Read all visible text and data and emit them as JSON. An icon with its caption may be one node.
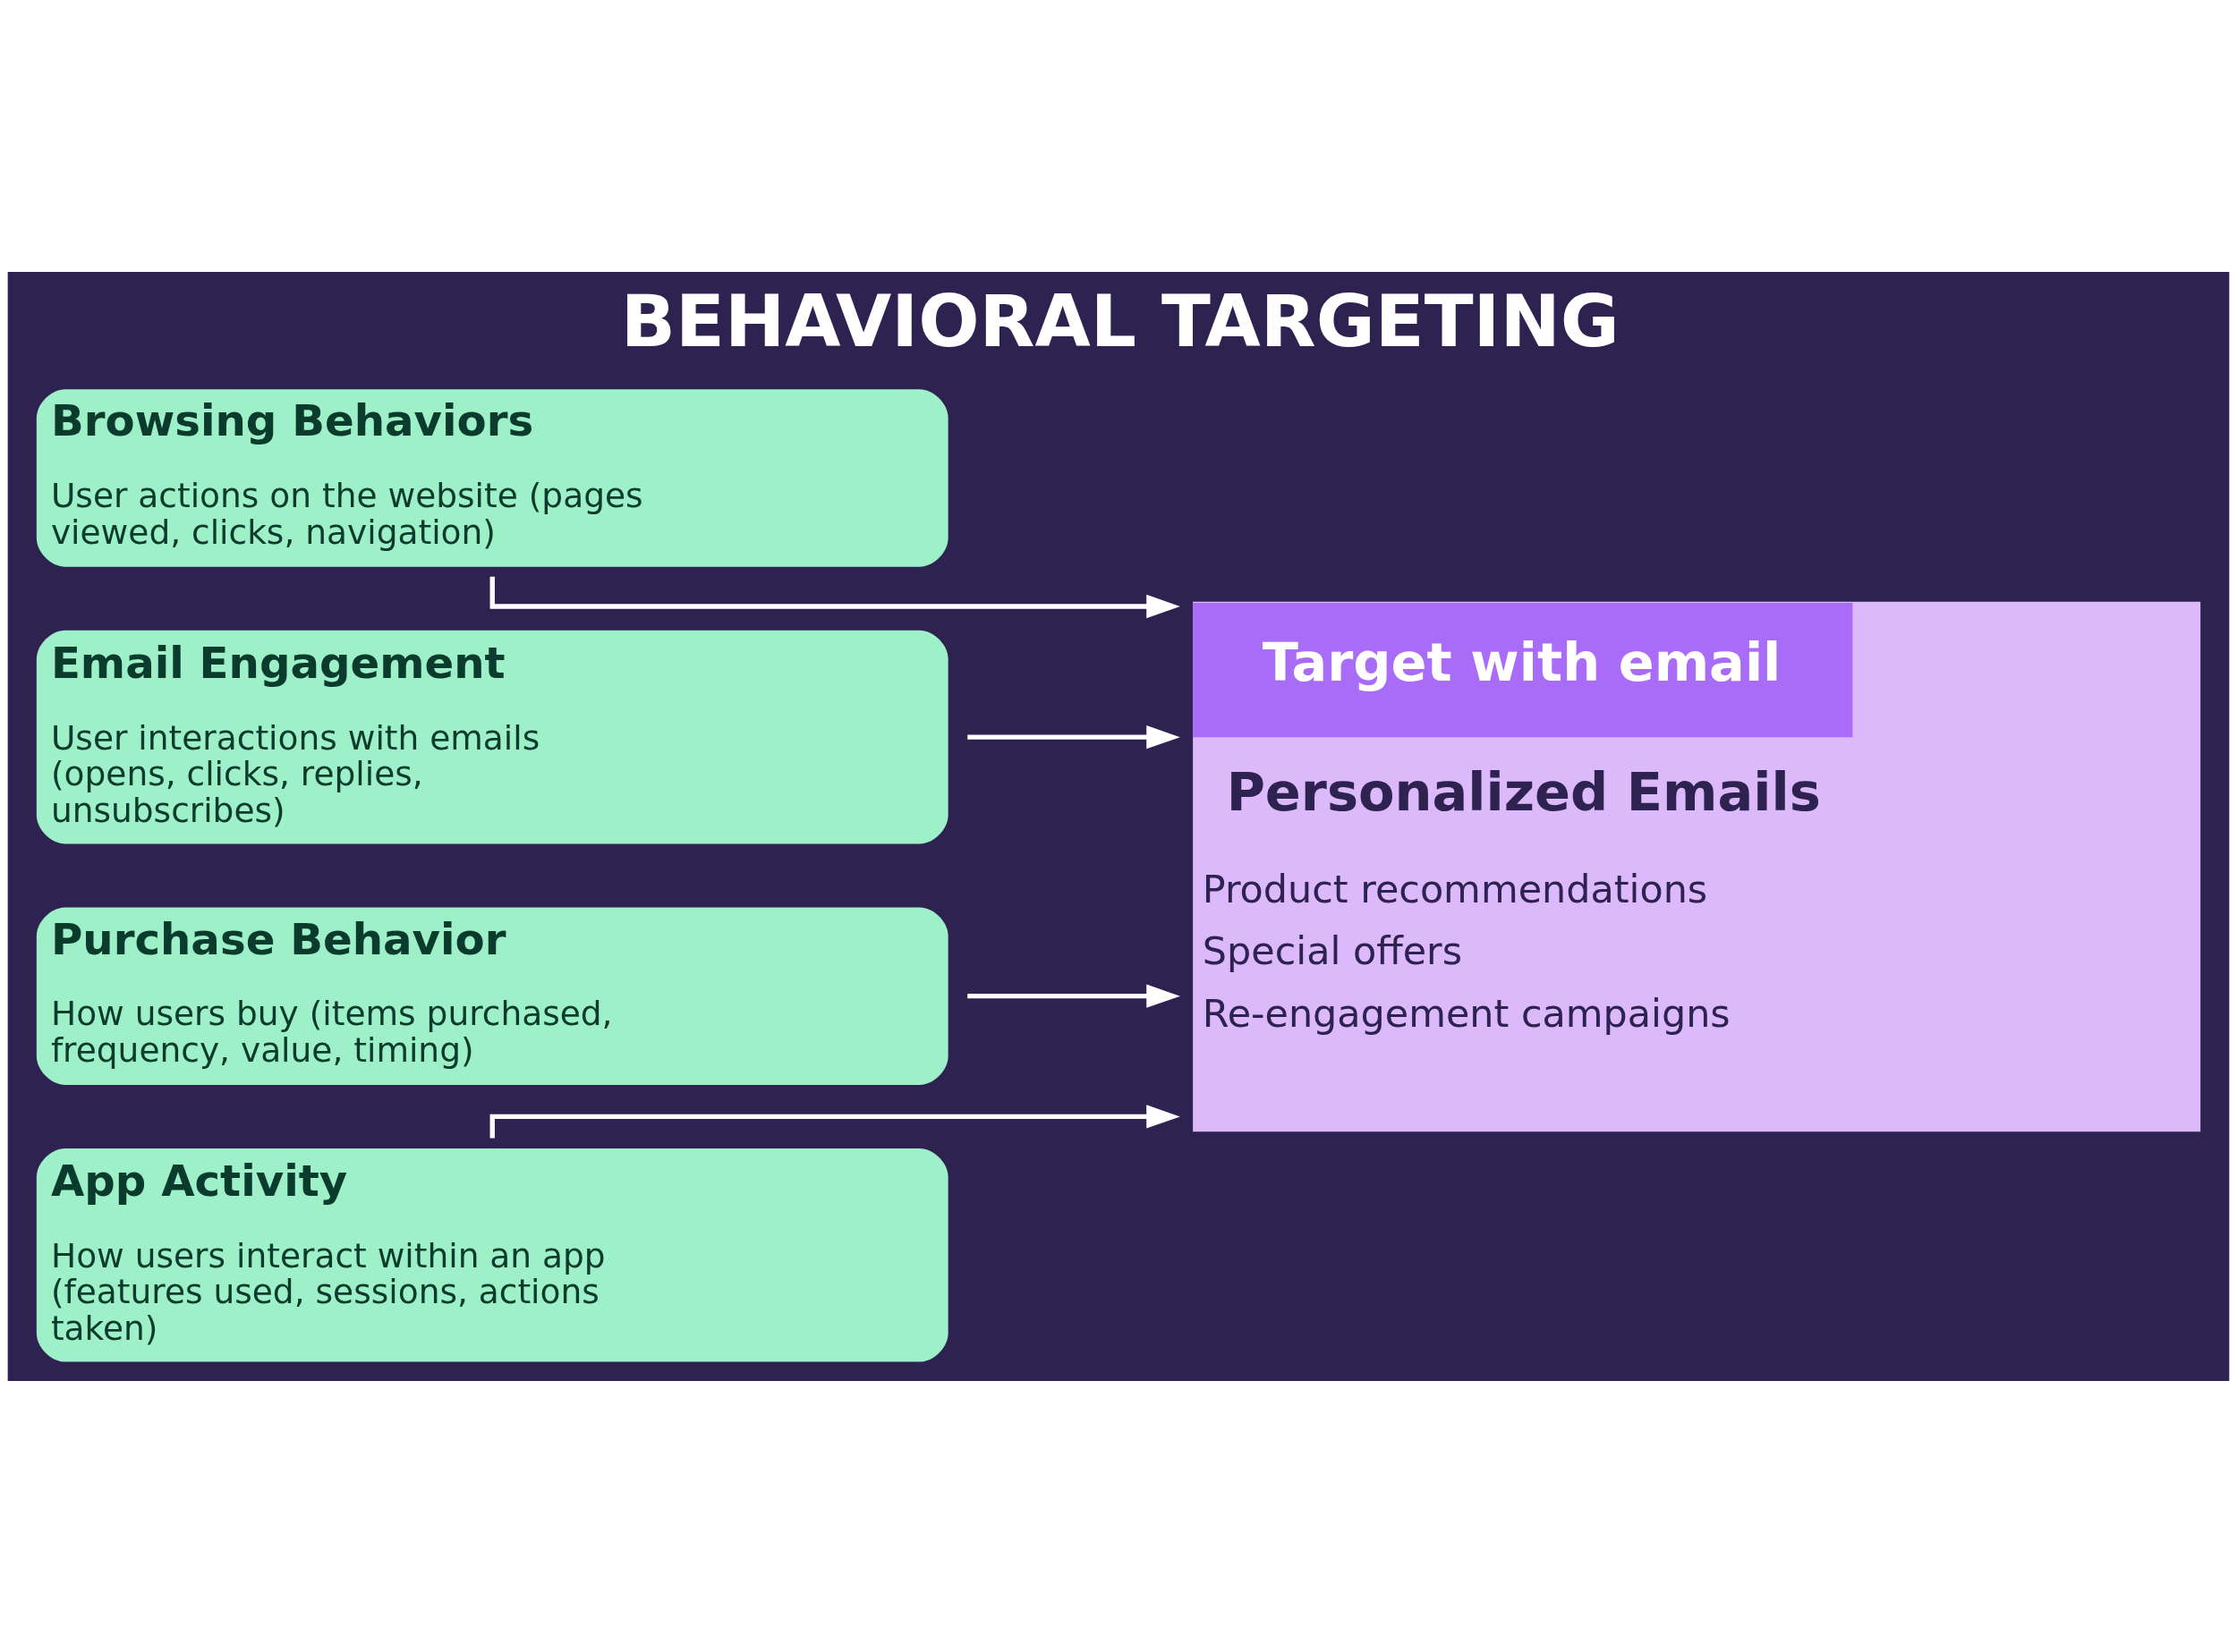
{
  "diagram": {
    "title": "BEHAVIORAL TARGETING",
    "nodes": [
      {
        "text": [
          "Browsing Behaviors",
          "User actions on the website (pages viewed, clicks, navigation)"
        ]
      },
      {
        "text": [
          "Email Engagement",
          "User interactions with emails (opens, clicks, replies, unsubscribes)"
        ]
      },
      {
        "text": [
          "Purchase Behavior",
          "How users buy (items purchased, frequency, value, timing)"
        ]
      },
      {
        "text": [
          "App Activity",
          "How users interact within an app (features used, sessions, actions taken)"
        ]
      },
      {
        "text": [
          "Target with email",
          "Personalized Emails",
          "Product recommendations",
          "Special offers",
          "Re-engagement campaigns"
        ]
      }
    ],
    "edges": [
      {
        "from": 0,
        "to": 4,
        "arrow": "to"
      },
      {
        "from": 1,
        "to": 4,
        "arrow": "to"
      },
      {
        "from": 2,
        "to": 4,
        "arrow": "to"
      },
      {
        "from": 3,
        "to": 4,
        "arrow": "to"
      }
    ]
  }
}
